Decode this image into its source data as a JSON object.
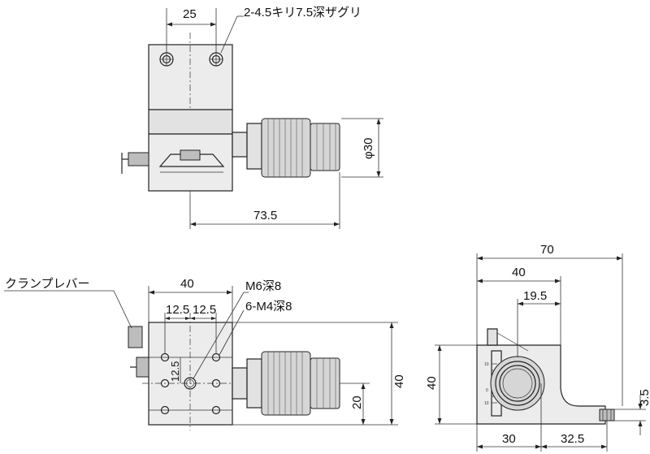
{
  "top_view": {
    "dim_width": "25",
    "dim_reach": "73.5",
    "dim_knob_dia": "φ30",
    "callout_holes": "2-4.5キリ7.5深ザグリ"
  },
  "front_view": {
    "dim_width": "40",
    "dim_pitch_left": "12.5",
    "dim_pitch_right": "12.5",
    "dim_pitch_vertical": "12.5",
    "dim_height": "40",
    "dim_offset": "20",
    "callout_m6": "M6深8",
    "callout_m4": "6-M4深8",
    "callout_lever": "クランプレバー"
  },
  "side_view": {
    "dim_total": "70",
    "dim_40": "40",
    "dim_19_5": "19.5",
    "dim_height": "40",
    "dim_3_5": "3.5",
    "dim_30": "30",
    "dim_32_5": "32.5",
    "scale_ticks": [
      "10",
      "0",
      "10"
    ]
  }
}
